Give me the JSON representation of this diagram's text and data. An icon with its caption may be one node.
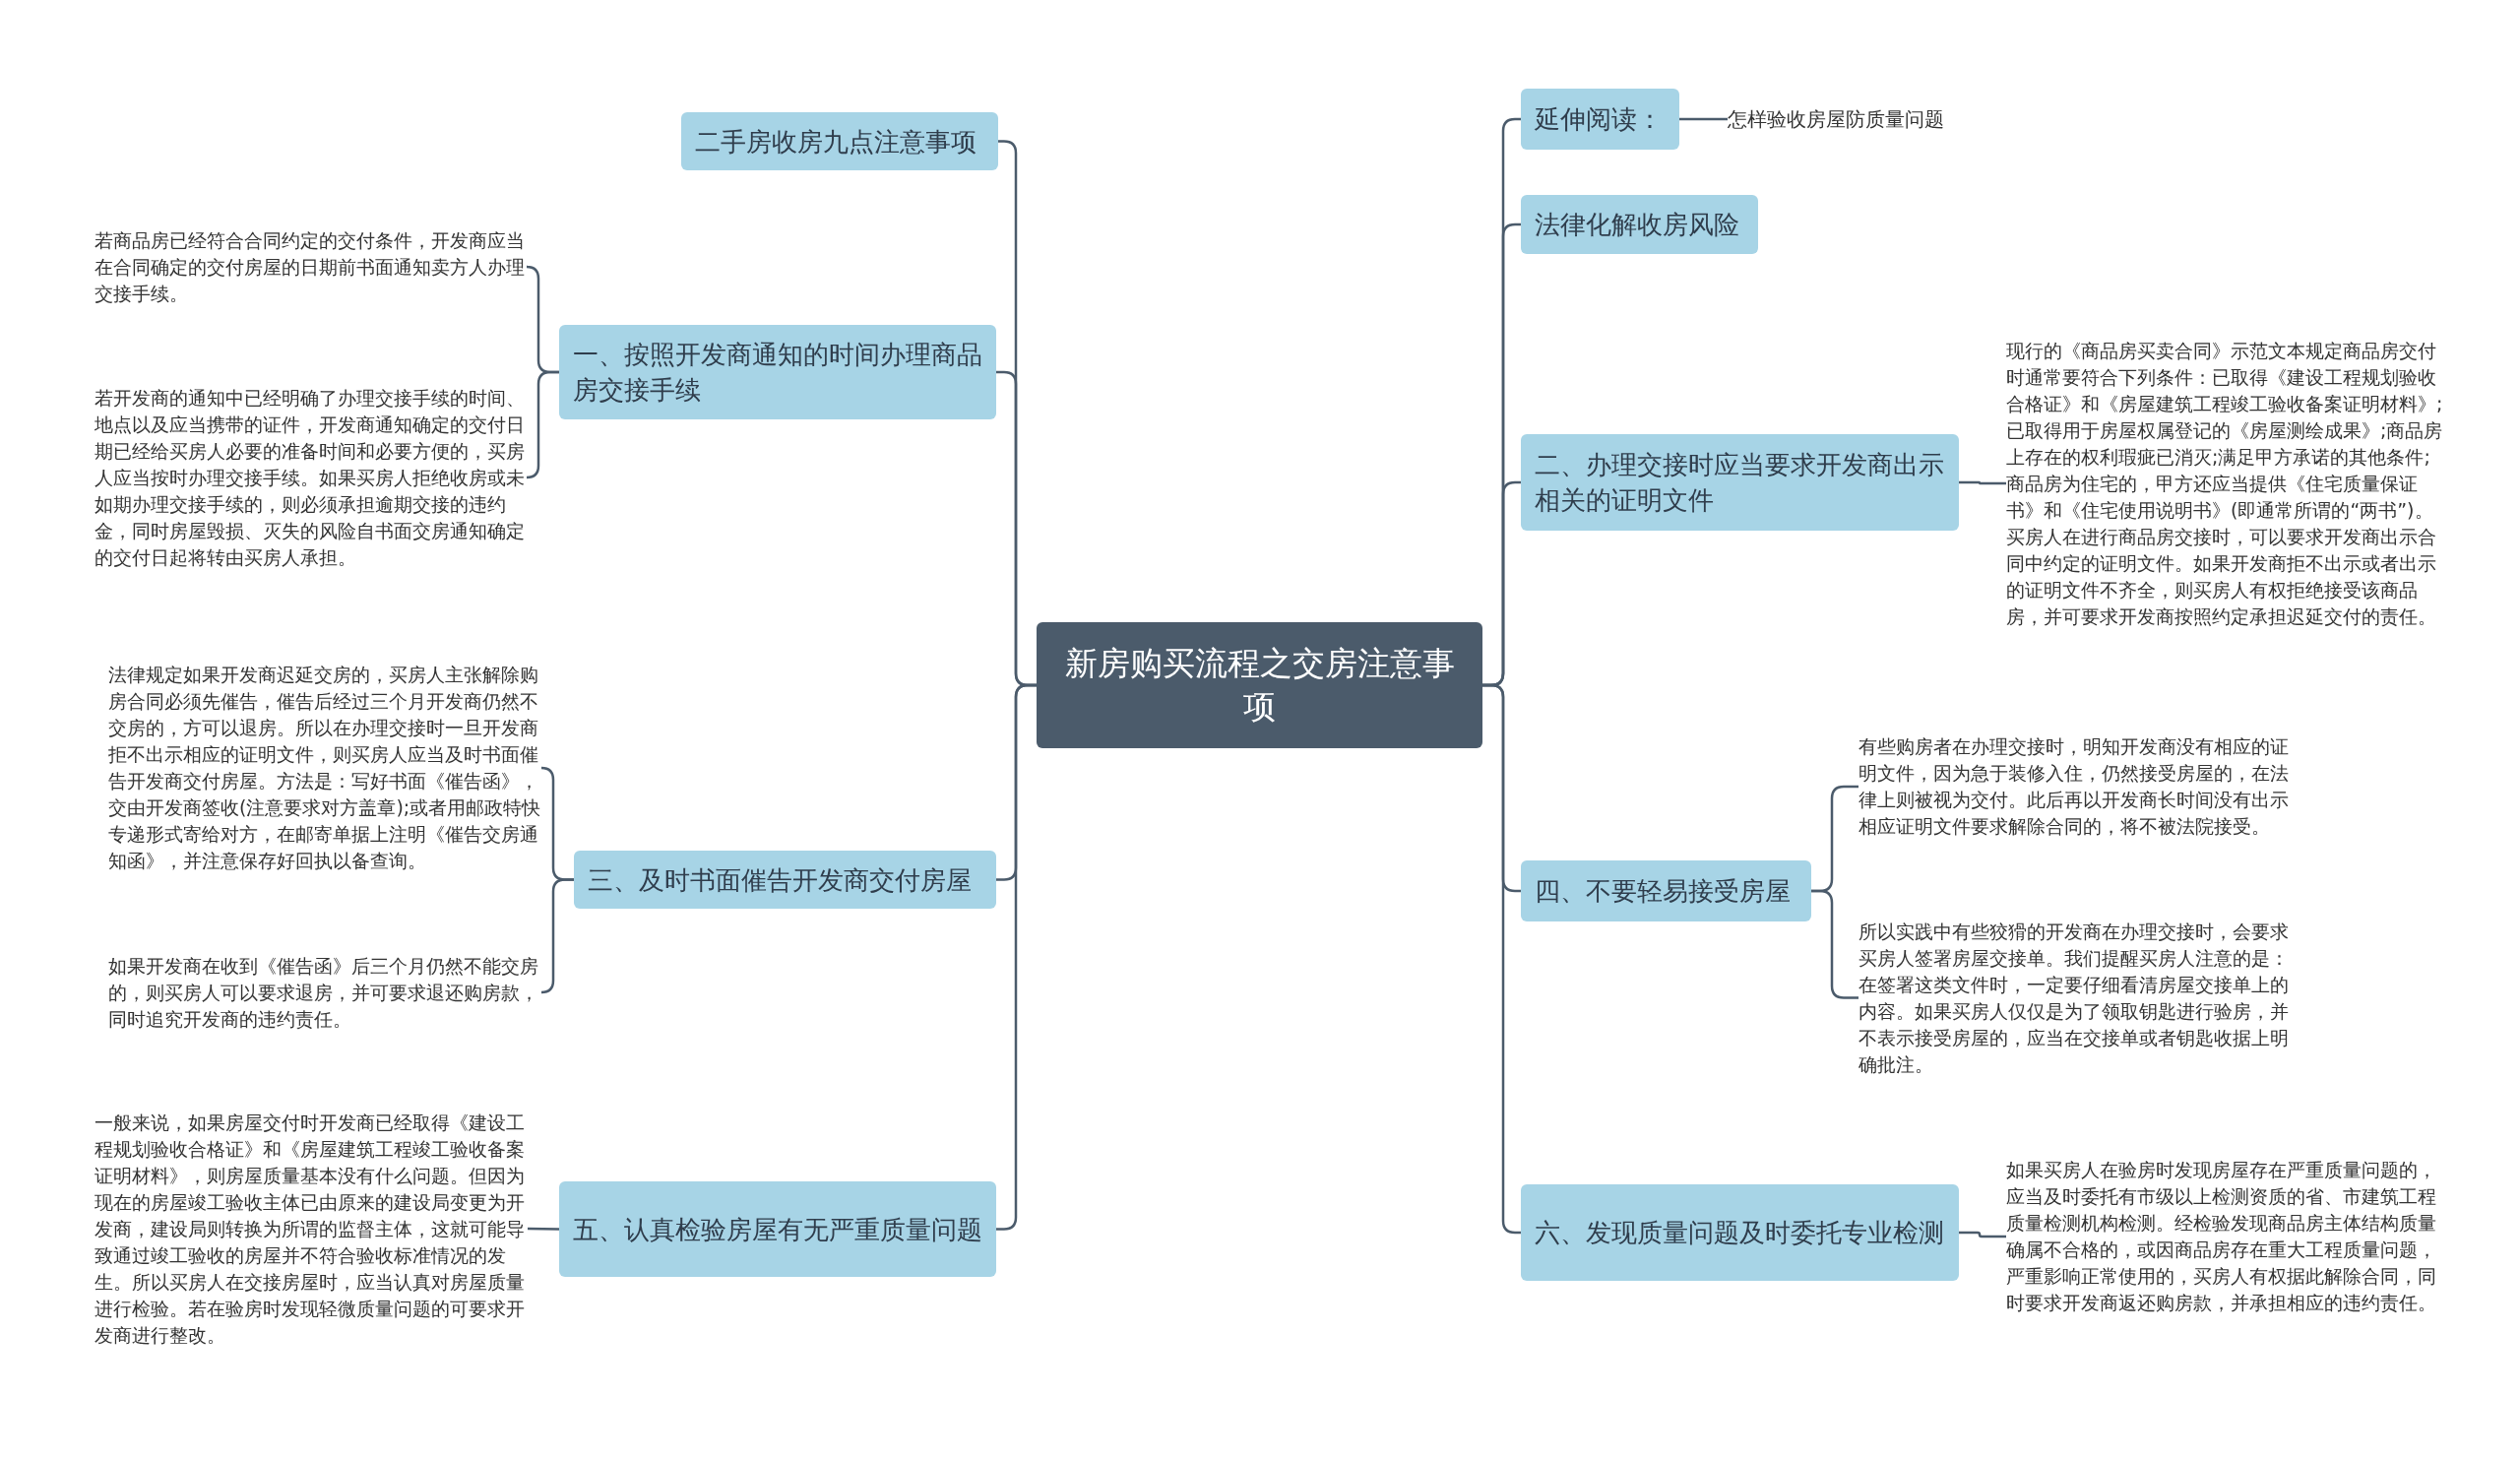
{
  "diagram": {
    "nodes": [
      {
        "text": [
          "新房购买流程之交房注意事项"
        ]
      },
      {
        "text": [
          "二手房收房九点注意事项"
        ]
      },
      {
        "text": [
          "一、按照开发商通知的时间办理商品房交接手续"
        ]
      },
      {
        "text": [
          "若商品房已经符合合同约定的交付条件，开发商应当在合同确定的交付房屋的日期前书面通知卖方人办理交接手续。"
        ]
      },
      {
        "text": [
          "若开发商的通知中已经明确了办理交接手续的时间、地点以及应当携带的证件，开发商通知确定的交付日期已经给买房人必要的准备时间和必要方便的，买房人应当按时办理交接手续。如果买房人拒绝收房或未如期办理交接手续的，则必须承担逾期交接的违约金，同时房屋毁损、灭失的风险自书面交房通知确定的交付日起将转由买房人承担。"
        ]
      },
      {
        "text": [
          "三、及时书面催告开发商交付房屋"
        ]
      },
      {
        "text": [
          "法律规定如果开发商迟延交房的，买房人主张解除购房合同必须先催告，催告后经过三个月开发商仍然不交房的，方可以退房。所以在办理交接时一旦开发商拒不出示相应的证明文件，则买房人应当及时书面催告开发商交付房屋。方法是：写好书面《催告函》，交由开发商签收(注意要求对方盖章);或者用邮政特快专递形式寄给对方，在邮寄单据上注明《催告交房通知函》，并注意保存好回执以备查询。"
        ]
      },
      {
        "text": [
          "如果开发商在收到《催告函》后三个月仍然不能交房的，则买房人可以要求退房，并可要求退还购房款，同时追究开发商的违约责任。"
        ]
      },
      {
        "text": [
          "五、认真检验房屋有无严重质量问题"
        ]
      },
      {
        "text": [
          "一般来说，如果房屋交付时开发商已经取得《建设工程规划验收合格证》和《房屋建筑工程竣工验收备案证明材料》，则房屋质量基本没有什么问题。但因为现在的房屋竣工验收主体已由原来的建设局变更为开发商，建设局则转换为所谓的监督主体，这就可能导致通过竣工验收的房屋并不符合验收标准情况的发生。所以买房人在交接房屋时，应当认真对房屋质量进行检验。若在验房时发现轻微质量问题的可要求开发商进行整改。"
        ]
      },
      {
        "text": [
          "延伸阅读："
        ]
      },
      {
        "text": [
          "怎样验收房屋防质量问题"
        ]
      },
      {
        "text": [
          "法律化解收房风险"
        ]
      },
      {
        "text": [
          "二、办理交接时应当要求开发商出示相关的证明文件"
        ]
      },
      {
        "text": [
          "现行的《商品房买卖合同》示范文本规定商品房交付时通常要符合下列条件：已取得《建设工程规划验收合格证》和《房屋建筑工程竣工验收备案证明材料》;已取得用于房屋权属登记的《房屋测绘成果》;商品房上存在的权利瑕疵已消灭;满足甲方承诺的其他条件;商品房为住宅的，甲方还应当提供《住宅质量保证书》和《住宅使用说明书》(即通常所谓的“两书”)。买房人在进行商品房交接时，可以要求开发商出示合同中约定的证明文件。如果开发商拒不出示或者出示的证明文件不齐全，则买房人有权拒绝接受该商品房，并可要求开发商按照约定承担迟延交付的责任。"
        ]
      },
      {
        "text": [
          "四、不要轻易接受房屋"
        ]
      },
      {
        "text": [
          "有些购房者在办理交接时，明知开发商没有相应的证明文件，因为急于装修入住，仍然接受房屋的，在法律上则被视为交付。此后再以开发商长时间没有出示相应证明文件要求解除合同的，将不被法院接受。"
        ]
      },
      {
        "text": [
          "所以实践中有些狡猾的开发商在办理交接时，会要求买房人签署房屋交接单。我们提醒买房人注意的是：在签署这类文件时，一定要仔细看清房屋交接单上的内容。如果买房人仅仅是为了领取钥匙进行验房，并不表示接受房屋的，应当在交接单或者钥匙收据上明确批注。"
        ]
      },
      {
        "text": [
          "六、发现质量问题及时委托专业检测"
        ]
      },
      {
        "text": [
          "如果买房人在验房时发现房屋存在严重质量问题的，应当及时委托有市级以上检测资质的省、市建筑工程质量检测机构检测。经检验发现商品房主体结构质量确属不合格的，或因商品房存在重大工程质量问题，严重影响正常使用的，买房人有权据此解除合同，同时要求开发商返还购房款，并承担相应的违约责任。"
        ]
      }
    ],
    "edges": [
      {
        "from": 0,
        "to": 1,
        "arrow": "none"
      },
      {
        "from": 0,
        "to": 2,
        "arrow": "none"
      },
      {
        "from": 2,
        "to": 3,
        "arrow": "none"
      },
      {
        "from": 2,
        "to": 4,
        "arrow": "none"
      },
      {
        "from": 0,
        "to": 5,
        "arrow": "none"
      },
      {
        "from": 5,
        "to": 6,
        "arrow": "none"
      },
      {
        "from": 5,
        "to": 7,
        "arrow": "none"
      },
      {
        "from": 0,
        "to": 8,
        "arrow": "none"
      },
      {
        "from": 8,
        "to": 9,
        "arrow": "none"
      },
      {
        "from": 0,
        "to": 10,
        "arrow": "none"
      },
      {
        "from": 10,
        "to": 11,
        "arrow": "none"
      },
      {
        "from": 0,
        "to": 12,
        "arrow": "none"
      },
      {
        "from": 0,
        "to": 13,
        "arrow": "none"
      },
      {
        "from": 13,
        "to": 14,
        "arrow": "none"
      },
      {
        "from": 0,
        "to": 15,
        "arrow": "none"
      },
      {
        "from": 15,
        "to": 16,
        "arrow": "none"
      },
      {
        "from": 15,
        "to": 17,
        "arrow": "none"
      },
      {
        "from": 0,
        "to": 18,
        "arrow": "none"
      },
      {
        "from": 18,
        "to": 19,
        "arrow": "none"
      }
    ]
  }
}
